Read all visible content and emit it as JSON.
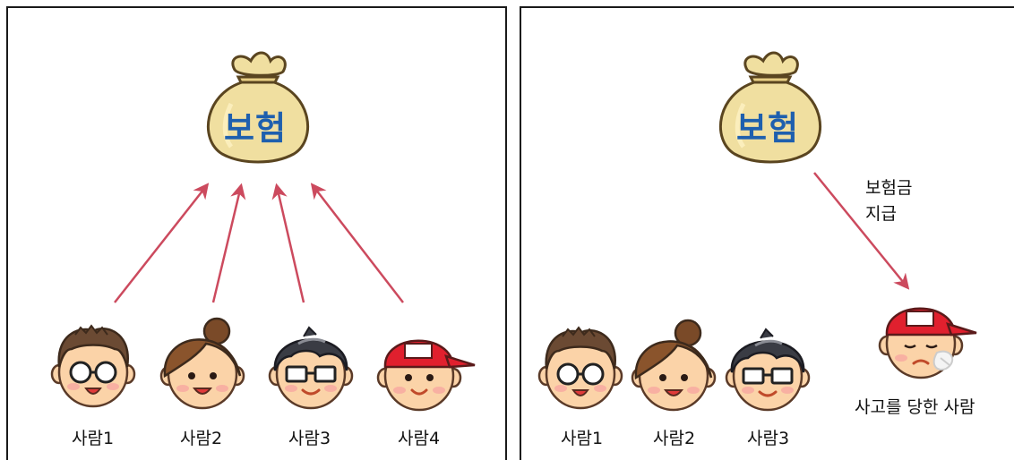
{
  "left_panel": {
    "bag_label": "보험",
    "people": [
      {
        "label": "사람1"
      },
      {
        "label": "사람2"
      },
      {
        "label": "사람3"
      },
      {
        "label": "사람4"
      }
    ]
  },
  "right_panel": {
    "bag_label": "보험",
    "payout_label_line1": "보험금",
    "payout_label_line2": "지급",
    "people": [
      {
        "label": "사람1"
      },
      {
        "label": "사람2"
      },
      {
        "label": "사람3"
      }
    ],
    "accident_person_label": "사고를 당한 사람"
  },
  "colors": {
    "arrow": "#cc4a5e",
    "bag": "#f0dfa0",
    "bag_text": "#1e5fae",
    "skin": "#fbd3a8",
    "hair": "#6b4a33",
    "cap": "#e0202e"
  },
  "icons": [
    "money-bag-icon",
    "person-glasses-icon",
    "person-woman-icon",
    "person-nerd-icon",
    "person-cap-icon",
    "person-injured-icon"
  ]
}
